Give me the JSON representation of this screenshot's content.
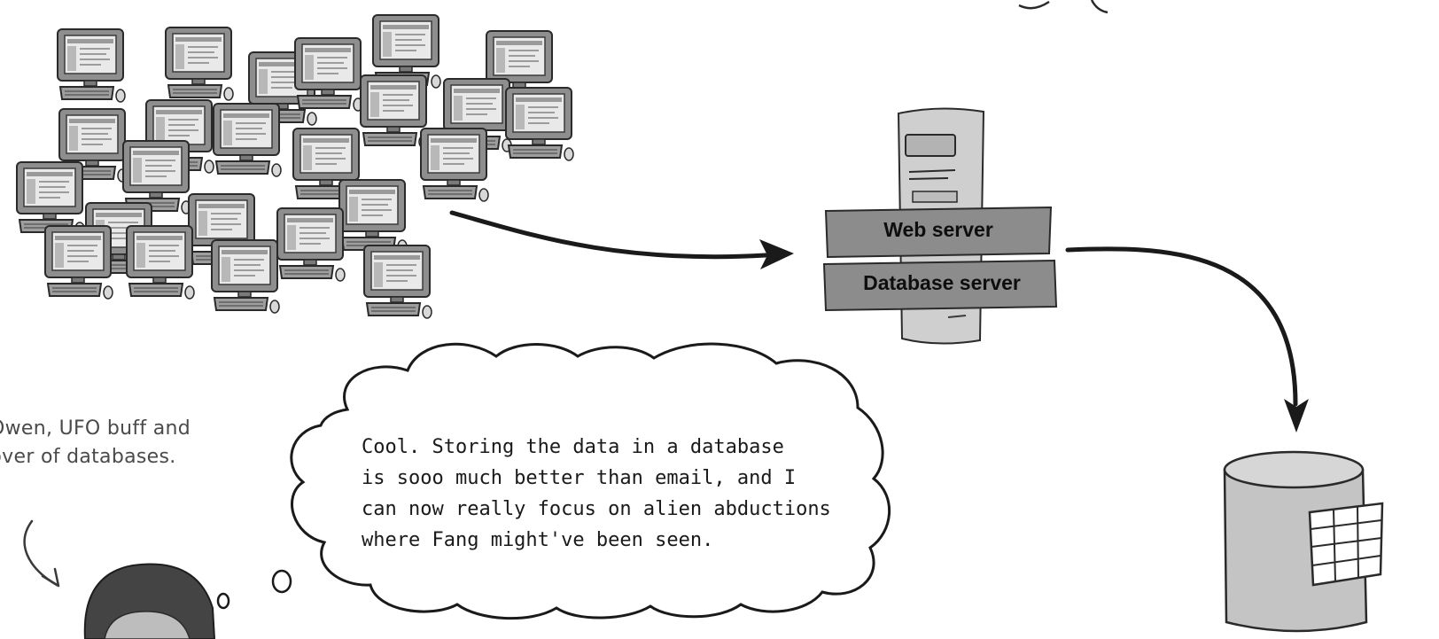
{
  "nodes": {
    "web_server_label": "Web server",
    "database_server_label": "Database server"
  },
  "owen_label": {
    "line1": "Owen, UFO buff and",
    "line2": "lover of databases."
  },
  "thought_bubble": {
    "line1": "Cool. Storing the data in a database",
    "line2": "is sooo much better than email, and I",
    "line3": "can now really focus on alien abductions",
    "line4": "where Fang might've been seen."
  },
  "icons": {
    "client": "computer-monitor-icon",
    "server": "server-tower-icon",
    "database": "database-cylinder-icon",
    "table": "data-table-icon",
    "person": "person-head-icon"
  },
  "colors": {
    "line": "#1a1a1a",
    "computer_frame": "#8e8e8e",
    "computer_screen": "#e9e9e9",
    "server_body": "#cfcfcf",
    "server_band": "#8c8c8c",
    "database": "#c4c4c4",
    "hair": "#444444"
  }
}
